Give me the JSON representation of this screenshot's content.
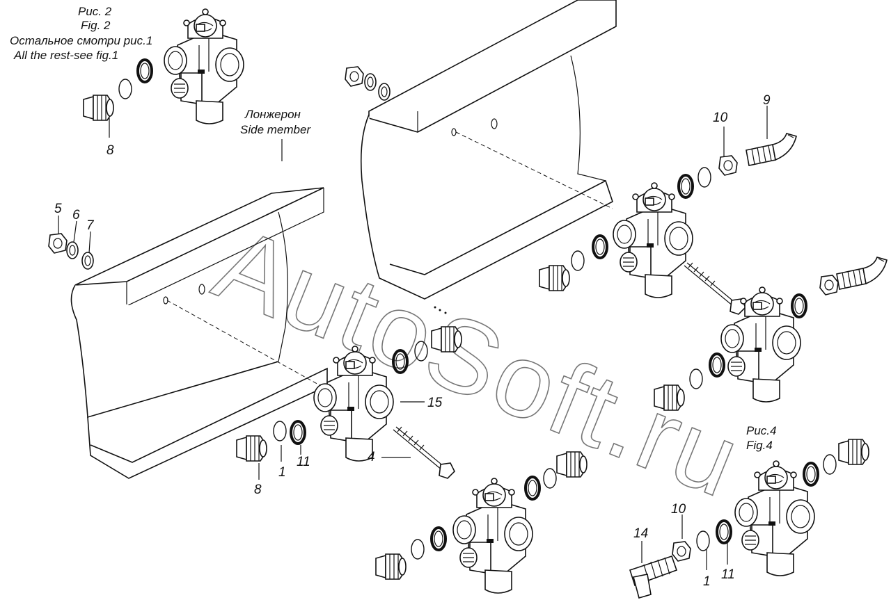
{
  "captions": {
    "fig2_ru": "Рис. 2",
    "fig2_en": "Fig. 2",
    "rest_ru": "Остальное смотри рис.1",
    "rest_en": "All the rest-see fig.1",
    "member_ru": "Лонжерон",
    "member_en": "Side member",
    "fig4_ru": "Рис.4",
    "fig4_en": "Fig.4"
  },
  "callouts": [
    "8",
    "5",
    "6",
    "7",
    "10",
    "9",
    "15",
    "1",
    "11",
    "8",
    "4",
    "10",
    "14",
    "1",
    "11"
  ],
  "watermark": "AutoSoft.ru"
}
